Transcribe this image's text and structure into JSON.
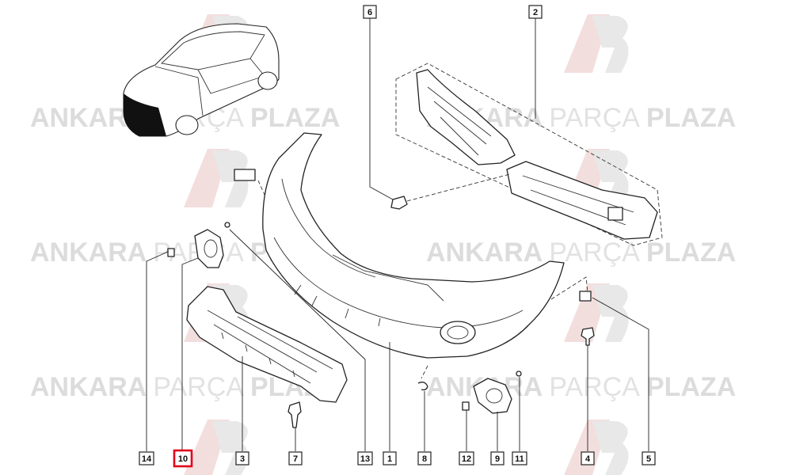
{
  "watermark": {
    "brand_bold": "ANKARA",
    "brand_light": "PARÇA",
    "brand_end": "PLAZA"
  },
  "callouts": [
    {
      "id": "c6",
      "label": "6"
    },
    {
      "id": "c2",
      "label": "2"
    },
    {
      "id": "c14",
      "label": "14"
    },
    {
      "id": "c10",
      "label": "10",
      "highlighted": true
    },
    {
      "id": "c3",
      "label": "3"
    },
    {
      "id": "c7",
      "label": "7"
    },
    {
      "id": "c13",
      "label": "13"
    },
    {
      "id": "c1",
      "label": "1"
    },
    {
      "id": "c8",
      "label": "8"
    },
    {
      "id": "c12",
      "label": "12"
    },
    {
      "id": "c9",
      "label": "9"
    },
    {
      "id": "c11",
      "label": "11"
    },
    {
      "id": "c4",
      "label": "4"
    },
    {
      "id": "c5",
      "label": "5"
    }
  ],
  "colors": {
    "highlight": "#e0001b",
    "line": "#222222",
    "watermark": "#dcdcdc"
  }
}
